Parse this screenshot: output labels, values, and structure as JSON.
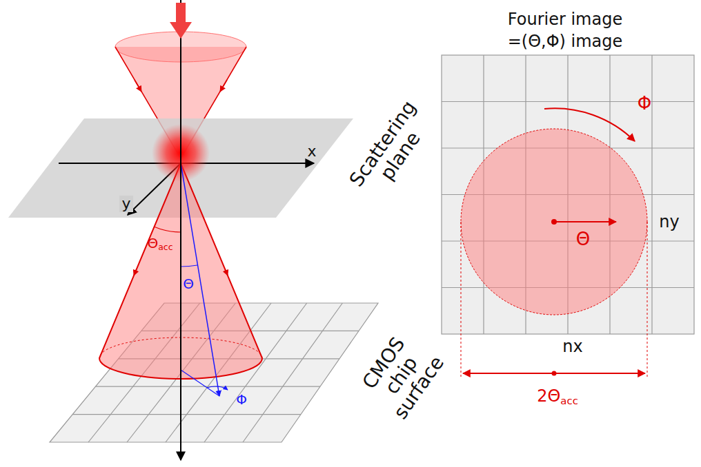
{
  "diagram": {
    "labels": [
      "Fourier image",
      "=(Θ,Φ) image",
      "Φ",
      "Θ",
      "ny",
      "nx",
      "2Θacc",
      "x",
      "y",
      "Θacc",
      "Θ",
      "Φ",
      "Scattering plane",
      "CMOS chip surface"
    ]
  }
}
